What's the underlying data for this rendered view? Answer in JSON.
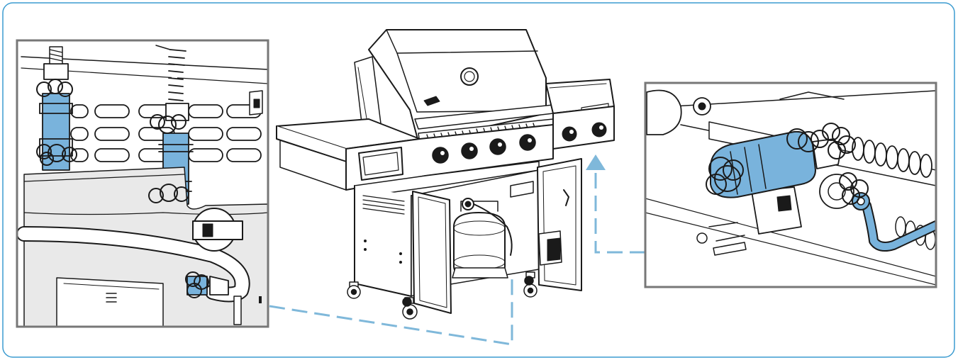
{
  "diagram": {
    "frame_color": "#3b9bd0",
    "leader_color": "#7fb8da",
    "highlight_color": "#79b3dc",
    "line_color": "#1a1a1a",
    "callout_border_color": "#777777",
    "callouts": [
      {
        "id": "left",
        "depicts": "connections-at-tank-valve"
      },
      {
        "id": "right",
        "depicts": "connection-at-burner-manifold"
      }
    ],
    "main_illustration": "grill-with-side-burner-cabinet-doors-open"
  }
}
